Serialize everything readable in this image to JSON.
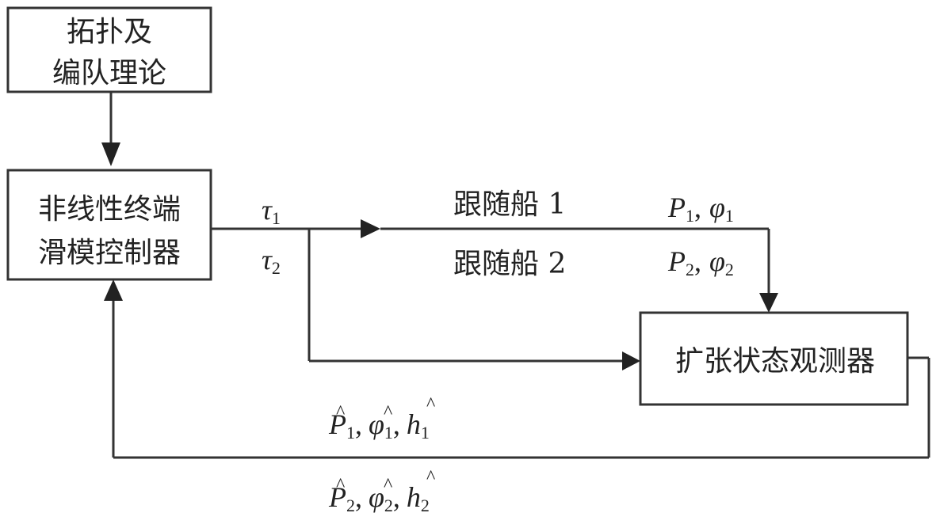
{
  "nodes": {
    "topology": {
      "line1": "拓扑及",
      "line2": "编队理论"
    },
    "controller": {
      "line1": "非线性终端",
      "line2": "滑模控制器"
    },
    "observer": {
      "label": "扩张状态观测器"
    }
  },
  "edges": {
    "tau1": {
      "symbol": "τ",
      "sub": "1"
    },
    "tau2": {
      "symbol": "τ",
      "sub": "2"
    },
    "ship1": "跟随船 1",
    "ship2": "跟随船 2",
    "out1": {
      "p": "P",
      "p_sub": "1",
      "phi": "φ",
      "phi_sub": "1",
      "sep": ","
    },
    "out2": {
      "p": "P",
      "p_sub": "2",
      "phi": "φ",
      "phi_sub": "2",
      "sep": ","
    },
    "est1": {
      "p": "P",
      "phi": "φ",
      "h": "h",
      "sub": "1",
      "hat": "^",
      "sep": ","
    },
    "est2": {
      "p": "P",
      "phi": "φ",
      "h": "h",
      "sub": "2",
      "hat": "^",
      "sep": ","
    }
  }
}
